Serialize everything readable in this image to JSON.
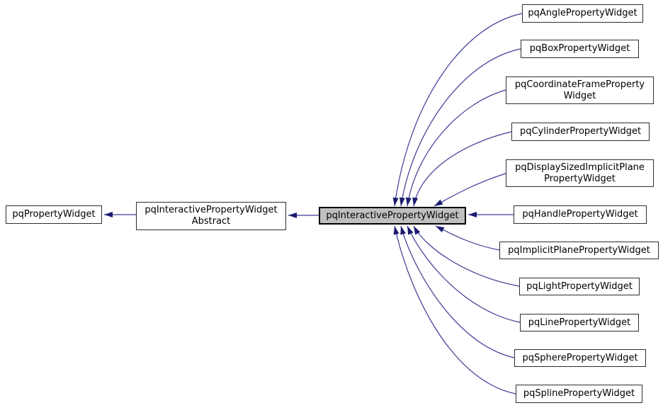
{
  "diagram": {
    "type": "inheritance-graph",
    "accent_color": "#31318c",
    "arrowhead_color": "#1b1b70",
    "highlight_fill": "#bfbfbf",
    "nodes": {
      "base": {
        "label": "pqPropertyWidget",
        "lines": [
          "pqPropertyWidget"
        ]
      },
      "abstract": {
        "label": "pqInteractivePropertyWidgetAbstract",
        "lines": [
          "pqInteractivePropertyWidget",
          "Abstract"
        ]
      },
      "center": {
        "label": "pqInteractivePropertyWidget",
        "lines": [
          "pqInteractivePropertyWidget"
        ]
      },
      "derived": [
        {
          "label": "pqAnglePropertyWidget",
          "lines": [
            "pqAnglePropertyWidget"
          ]
        },
        {
          "label": "pqBoxPropertyWidget",
          "lines": [
            "pqBoxPropertyWidget"
          ]
        },
        {
          "label": "pqCoordinateFramePropertyWidget",
          "lines": [
            "pqCoordinateFrameProperty",
            "Widget"
          ]
        },
        {
          "label": "pqCylinderPropertyWidget",
          "lines": [
            "pqCylinderPropertyWidget"
          ]
        },
        {
          "label": "pqDisplaySizedImplicitPlanePropertyWidget",
          "lines": [
            "pqDisplaySizedImplicitPlane",
            "PropertyWidget"
          ]
        },
        {
          "label": "pqHandlePropertyWidget",
          "lines": [
            "pqHandlePropertyWidget"
          ]
        },
        {
          "label": "pqImplicitPlanePropertyWidget",
          "lines": [
            "pqImplicitPlanePropertyWidget"
          ]
        },
        {
          "label": "pqLightPropertyWidget",
          "lines": [
            "pqLightPropertyWidget"
          ]
        },
        {
          "label": "pqLinePropertyWidget",
          "lines": [
            "pqLinePropertyWidget"
          ]
        },
        {
          "label": "pqSpherePropertyWidget",
          "lines": [
            "pqSpherePropertyWidget"
          ]
        },
        {
          "label": "pqSplinePropertyWidget",
          "lines": [
            "pqSplinePropertyWidget"
          ]
        }
      ]
    },
    "edges": [
      {
        "from": "pqInteractivePropertyWidgetAbstract",
        "to": "pqPropertyWidget"
      },
      {
        "from": "pqInteractivePropertyWidget",
        "to": "pqInteractivePropertyWidgetAbstract"
      },
      {
        "from": "pqAnglePropertyWidget",
        "to": "pqInteractivePropertyWidget"
      },
      {
        "from": "pqBoxPropertyWidget",
        "to": "pqInteractivePropertyWidget"
      },
      {
        "from": "pqCoordinateFramePropertyWidget",
        "to": "pqInteractivePropertyWidget"
      },
      {
        "from": "pqCylinderPropertyWidget",
        "to": "pqInteractivePropertyWidget"
      },
      {
        "from": "pqDisplaySizedImplicitPlanePropertyWidget",
        "to": "pqInteractivePropertyWidget"
      },
      {
        "from": "pqHandlePropertyWidget",
        "to": "pqInteractivePropertyWidget"
      },
      {
        "from": "pqImplicitPlanePropertyWidget",
        "to": "pqInteractivePropertyWidget"
      },
      {
        "from": "pqLightPropertyWidget",
        "to": "pqInteractivePropertyWidget"
      },
      {
        "from": "pqLinePropertyWidget",
        "to": "pqInteractivePropertyWidget"
      },
      {
        "from": "pqSpherePropertyWidget",
        "to": "pqInteractivePropertyWidget"
      },
      {
        "from": "pqSplinePropertyWidget",
        "to": "pqInteractivePropertyWidget"
      }
    ]
  }
}
